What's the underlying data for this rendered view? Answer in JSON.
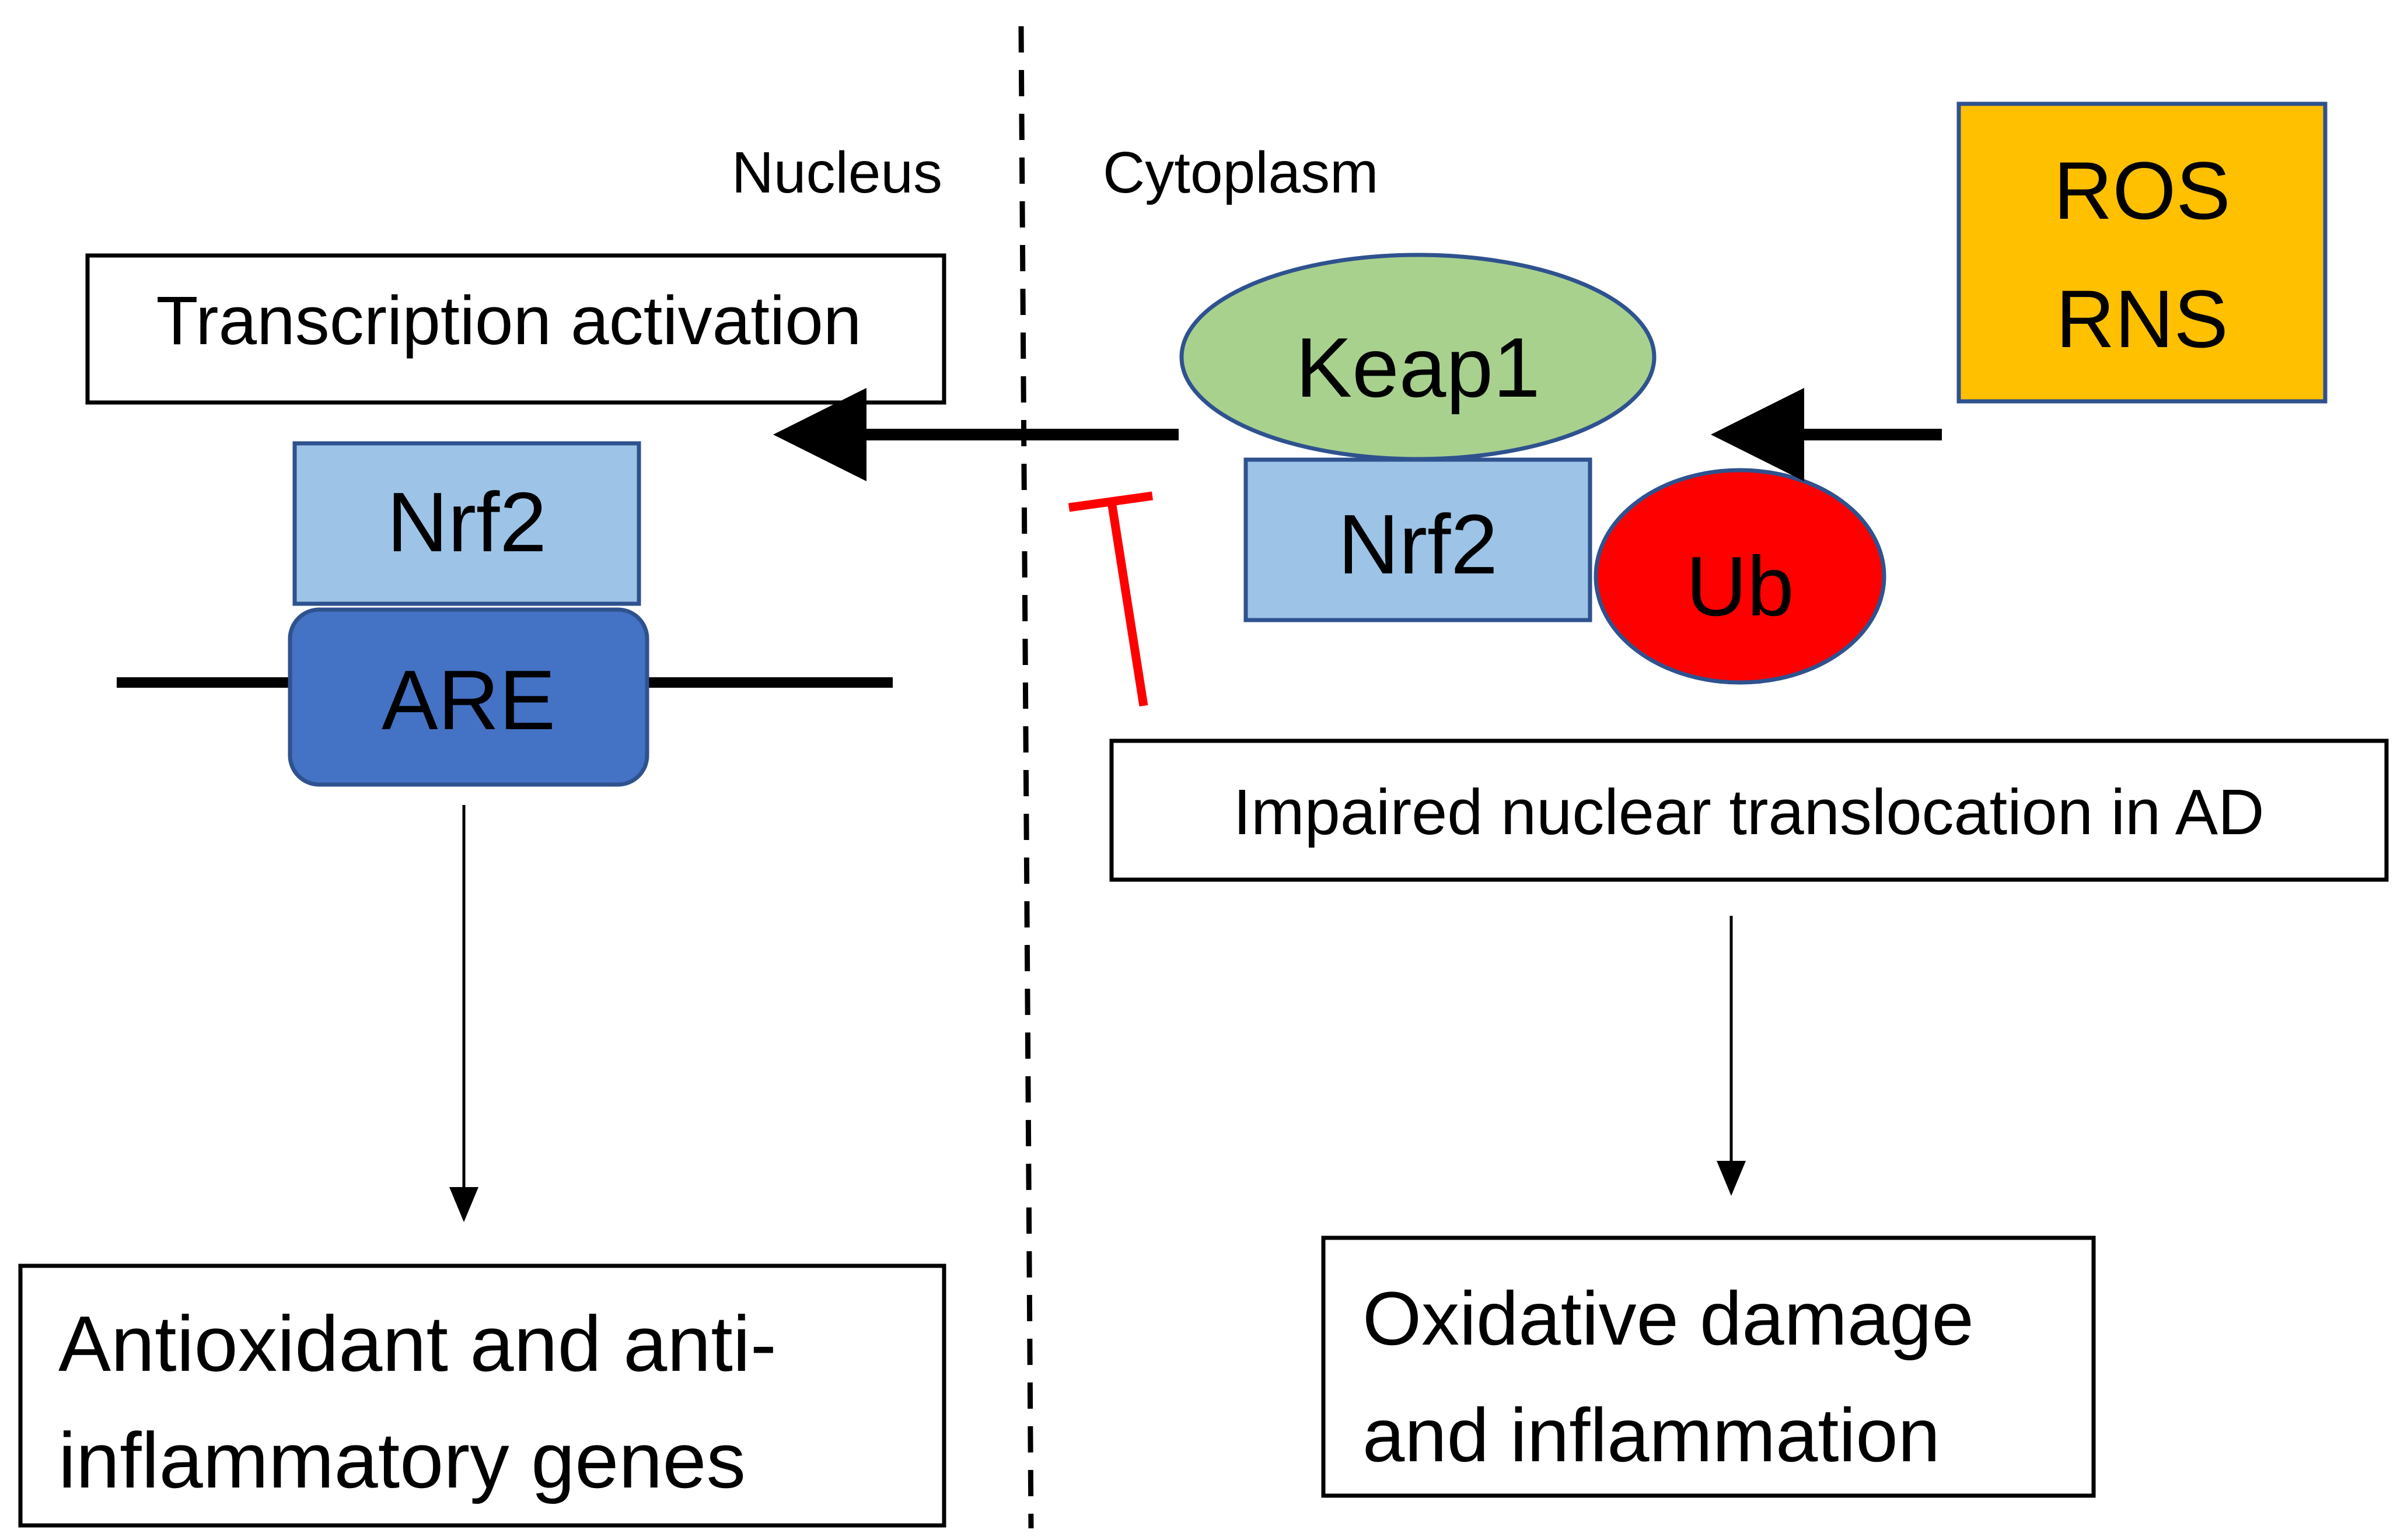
{
  "regions": {
    "nucleus": "Nucleus",
    "cytoplasm": "Cytoplasm"
  },
  "left": {
    "transcription_box": "Transcription activation",
    "nrf2": "Nrf2",
    "are": "ARE",
    "genes_line1": "Antioxidant and anti-",
    "genes_line2": "inflammatory genes"
  },
  "right": {
    "keap1": "Keap1",
    "nrf2": "Nrf2",
    "ub": "Ub",
    "stress_line1": "ROS",
    "stress_line2": "RNS",
    "impaired_box": "Impaired nuclear translocation in AD",
    "damage_line1": "Oxidative damage",
    "damage_line2": "and inflammation"
  },
  "colors": {
    "nrf2_fill": "#9dc3e6",
    "are_fill": "#4472c4",
    "keap1_fill": "#a9d18e",
    "ub_fill": "#ff0000",
    "ros_fill": "#ffc000",
    "shape_stroke": "#2f528f",
    "inhibition": "#ff0000"
  }
}
